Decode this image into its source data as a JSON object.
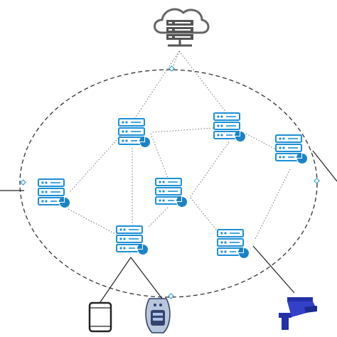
{
  "diagram": {
    "cloud": {
      "name": "cloud",
      "color": "#666666",
      "rack_color": "#555555"
    },
    "node_colors": {
      "primary": "#1c8fd6",
      "light": "#d6ecf9",
      "pie": "#1b84c8"
    },
    "servers": [
      {
        "id": "server-top-left"
      },
      {
        "id": "server-top-center"
      },
      {
        "id": "server-right"
      },
      {
        "id": "server-left"
      },
      {
        "id": "server-center"
      },
      {
        "id": "server-bottom-left"
      },
      {
        "id": "server-bottom-right"
      }
    ],
    "devices": [
      {
        "id": "smartphone",
        "icon": "smartphone-icon"
      },
      {
        "id": "smart-band",
        "icon": "fitness-band-icon"
      },
      {
        "id": "security-camera",
        "icon": "camera-icon"
      }
    ],
    "links": [
      [
        "cloud",
        "server-top-left"
      ],
      [
        "cloud",
        "server-top-center"
      ],
      [
        "server-top-left",
        "server-left"
      ],
      [
        "server-top-left",
        "server-bottom-left"
      ],
      [
        "server-top-left",
        "server-center"
      ],
      [
        "server-top-center",
        "server-top-left"
      ],
      [
        "server-top-center",
        "server-center"
      ],
      [
        "server-top-center",
        "server-right"
      ],
      [
        "server-left",
        "server-bottom-left"
      ],
      [
        "server-center",
        "server-bottom-left"
      ],
      [
        "server-center",
        "server-bottom-right"
      ],
      [
        "server-right",
        "server-bottom-right"
      ]
    ],
    "ellipse_style": "dashed",
    "link_style": "dotted"
  }
}
